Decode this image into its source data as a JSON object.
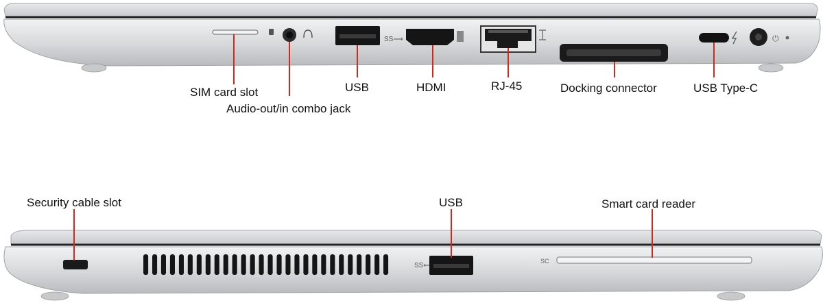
{
  "right_side": {
    "labels": {
      "sim_card_slot": "SIM card slot",
      "audio_jack": "Audio-out/in combo jack",
      "usb": "USB",
      "hdmi": "HDMI",
      "rj45": "RJ-45",
      "docking_connector": "Docking connector",
      "usb_type_c": "USB Type-C"
    }
  },
  "left_side": {
    "labels": {
      "security_cable_slot": "Security cable slot",
      "usb": "USB",
      "smart_card_reader": "Smart card reader"
    }
  },
  "colors": {
    "callout_line": "#d0281f",
    "chassis": "#d9dadc",
    "port": "#111111"
  }
}
